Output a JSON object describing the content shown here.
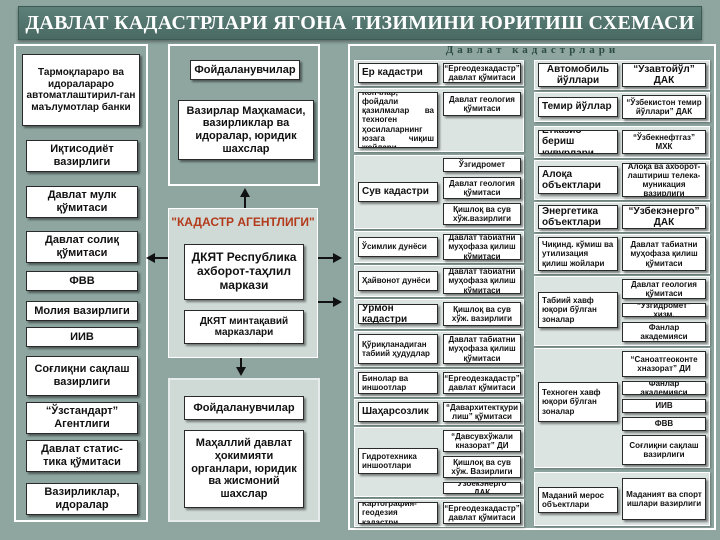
{
  "title": "ДАВЛАТ КАДАСТРЛАРИ ЯГОНА ТИЗИМИНИ ЮРИТИШ СХЕМАСИ",
  "cadastre_header": "Давлат     кадастрлари",
  "left_column": [
    "Тармоқлараро ва идоралараро автоматлаштирил-ган маълумотлар банки",
    "Иқтисодиёт вазирлиги",
    "Давлат мулк қўмитаси",
    "Давлат солиқ қўмитаси",
    "ФВВ",
    "Молия вазирлиги",
    "ИИВ",
    "Соғлиқни сақлаш вазирлиги",
    "“Ўзстандарт” Агентлиги",
    "Давлат статис-тика қўмитаси",
    "Вазирликлар, идоралар"
  ],
  "top_center": {
    "funder": "Фойдаланувчилар",
    "body": "Вазирлар Маҳкамаси, вазирликлар ва идоралар, юридик шахслар"
  },
  "agency": {
    "label": "\"КАДАСТР АГЕНТЛИГИ\"",
    "main": "ДКЯТ Республика ахборот-таҳлил маркази",
    "regional": "ДКЯТ минтақавий марказлари"
  },
  "bottom_center": {
    "funder": "Фойдаланувчилар",
    "body": "Маҳаллий давлат ҳокимияти органлари, юридик ва жисмоний шахслар"
  },
  "middle_groups": [
    {
      "name": "Ер кадастри",
      "items": [
        "“Ергеодезкадастр” давлат қўмитаси"
      ]
    },
    {
      "name": "Кончлар, фойдали қазилмалар ва техноген ҳосилаларнинг юзага чиқиш жойлари",
      "items": [
        "Давлат геология қўмитаси"
      ]
    },
    {
      "name": "Сув кадастри",
      "items": [
        "Ўзгидромет",
        "Давлат геология қўмитаси",
        "Қишлоқ ва сув хўж.вазирлиги"
      ]
    },
    {
      "name": "Ўсимлик дунёси",
      "items": [
        "Давлат табиатни муҳофаза қилиш қўмитаси"
      ]
    },
    {
      "name": "Ҳайвонот дунёси",
      "items": [
        "Давлат табиатни муҳофаза қилиш қўмитаси"
      ]
    },
    {
      "name": "Ўрмон кадастри",
      "items": [
        "Қишлоқ ва сув хўж. вазирлиги"
      ]
    },
    {
      "name": "Қўриқланадиган табиий ҳудудлар",
      "items": [
        "Давлат табиатни муҳофаза қилиш қўмитаси"
      ]
    },
    {
      "name": "Бинолар ва иншоотлар",
      "items": [
        "“Ергеодезкадастр” давлат қўмитаси"
      ]
    },
    {
      "name": "Шаҳарсозлик",
      "items": [
        "“Давархитектқури лиш” қўмитаси"
      ]
    },
    {
      "name": "Гидротехника иншоотлари",
      "items": [
        "“Давсувхўжали кназорат” ДИ",
        "Қишлоқ ва сув хўж. Вазирлиги",
        "“Ўзбекэнерго” ДАК"
      ]
    },
    {
      "name": "Картография-геодезия кадастри",
      "items": [
        "“Ергеодезкадастр” давлат қўмитаси"
      ]
    }
  ],
  "right_groups": [
    {
      "name": "Автомобиль йўллари",
      "items": [
        "“Ўзавтойўл” ДАК"
      ]
    },
    {
      "name": "Темир йўллар",
      "items": [
        "“Ўзбекистон темир йўллари” ДАК"
      ]
    },
    {
      "name": "Етказиб бериш қувурлари",
      "items": [
        "“Ўзбекнефтгаз” МХК"
      ]
    },
    {
      "name": "Алоқа объектлари",
      "items": [
        "Алоқа ва ахборот-лаштириш телека-муникация вазирлиги"
      ]
    },
    {
      "name": "Энергетика объектлари",
      "items": [
        "“Ўзбекэнерго” ДАК"
      ]
    },
    {
      "name": "Чиқинд. кўмиш ва утилизация қилиш жойлари",
      "items": [
        "Давлат табиатни муҳофаза қилиш қўмитаси"
      ]
    },
    {
      "name": "Табиий хавф юқори бўлган зоналар",
      "items": [
        "Давлат геология қўмитаси",
        "“Ўзгидромет” хизм.",
        "Фанлар академияси"
      ]
    },
    {
      "name": "Техноген хавф юқори бўлган зоналар",
      "items": [
        "“Саноатгеоконте хназорат” ДИ",
        "Фанлар академияси",
        "ИИВ",
        "ФВВ",
        "Соғлиқни сақлаш вазирлиги"
      ]
    },
    {
      "name": "Маданий мерос объектлари",
      "items": [
        "Маданият ва спорт ишлари вазирлиги"
      ]
    }
  ]
}
